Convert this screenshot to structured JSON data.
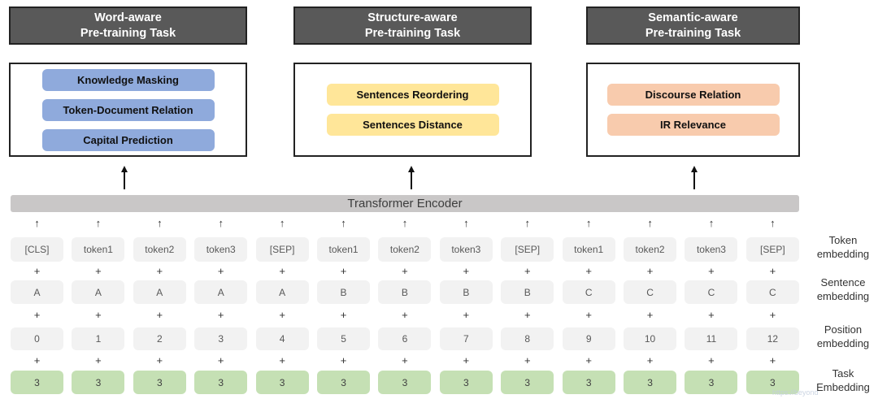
{
  "panels": [
    {
      "title_line1": "Word-aware",
      "title_line2": "Pre-training Task",
      "color": "#8FAADC",
      "tasks": [
        "Knowledge Masking",
        "Token-Document Relation",
        "Capital Prediction"
      ]
    },
    {
      "title_line1": "Structure-aware",
      "title_line2": "Pre-training Task",
      "color": "#FFE699",
      "tasks": [
        "Sentences Reordering",
        "Sentences Distance"
      ]
    },
    {
      "title_line1": "Semantic-aware",
      "title_line2": "Pre-training Task",
      "color": "#F8CBAD",
      "tasks": [
        "Discourse Relation",
        "IR Relevance"
      ]
    }
  ],
  "encoder": {
    "label": "Transformer Encoder",
    "color": "#C9C7C7"
  },
  "grid": {
    "plus": "+",
    "arrow": "↑",
    "token_box_color": "#F2F2F2",
    "task_box_color": "#C5E0B4",
    "tokens": [
      "[CLS]",
      "token1",
      "token2",
      "token3",
      "[SEP]",
      "token1",
      "token2",
      "token3",
      "[SEP]",
      "token1",
      "token2",
      "token3",
      "[SEP]"
    ],
    "sentences": [
      "A",
      "A",
      "A",
      "A",
      "A",
      "B",
      "B",
      "B",
      "B",
      "C",
      "C",
      "C",
      "C"
    ],
    "positions": [
      "0",
      "1",
      "2",
      "3",
      "4",
      "5",
      "6",
      "7",
      "8",
      "9",
      "10",
      "11",
      "12"
    ],
    "tasks": [
      "3",
      "3",
      "3",
      "3",
      "3",
      "3",
      "3",
      "3",
      "3",
      "3",
      "3",
      "3",
      "3"
    ]
  },
  "row_labels": [
    {
      "line1": "Token",
      "line2": "embedding"
    },
    {
      "line1": "Sentence",
      "line2": "embedding"
    },
    {
      "line1": "Position",
      "line2": "embedding"
    },
    {
      "line1": "Task",
      "line2": "Embedding"
    }
  ],
  "watermark": "https://beyond"
}
